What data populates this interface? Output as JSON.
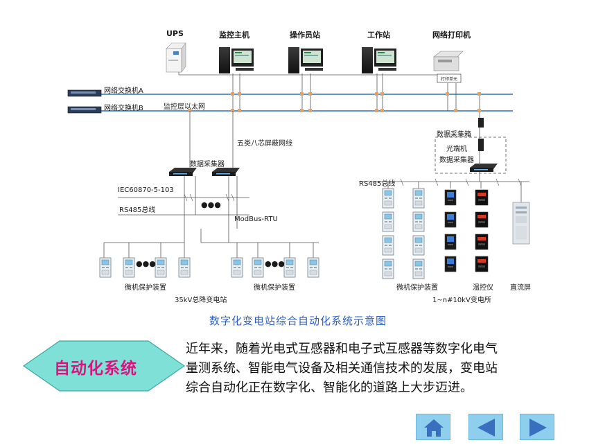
{
  "diagram": {
    "devices": {
      "ups": "UPS",
      "monitor_host": "监控主机",
      "operator_station": "操作员站",
      "workstation": "工作站",
      "network_printer": "网络打印机"
    },
    "switch_a": "网络交换机A",
    "switch_b": "网络交换机B",
    "ethernet_label": "监控层以太网",
    "cat5_label": "五类八芯屏蔽网线",
    "data_collector": "数据采集器",
    "iec_label": "IEC60870-5-103",
    "rs485_left": "RS485总线",
    "modbus_label": "ModBus-RTU",
    "relay_left_a": "微机保护装置",
    "relay_left_b": "微机保护装置",
    "substation_35kv": "35kV总降变电站",
    "data_box_title": "数据采集箱",
    "optical_terminal": "光端机",
    "data_collector_right": "数据采集器",
    "rs485_right": "RS485总线",
    "relay_right": "微机保护装置",
    "temp_controller": "温控仪",
    "dc_panel": "直流屏",
    "substation_10kv": "1~n#10kV变电所",
    "printer_tag": "打印单元",
    "ellipsis": "●●●"
  },
  "caption": "数字化变电站综合自动化系统示意图",
  "badge": "自动化系统",
  "paragraph": {
    "line1": "近年来，随着光电式互感器和电子式互感器等数字化电气",
    "line2": "量测系统、智能电气设备及相关通信技术的发展，变电站",
    "line3": "综合自动化正在数字化、智能化的道路上大步迈进。"
  },
  "nav": {
    "home": "home-icon",
    "prev": "arrow-left-icon",
    "next": "arrow-right-icon",
    "color": "#8ecfee",
    "icon_color": "#3a6fc0"
  },
  "colors": {
    "bus_line": "#2e6fb8",
    "node": "#f0a050",
    "badge_fill": "#7fe0d8",
    "caption": "#2b5fc7"
  }
}
